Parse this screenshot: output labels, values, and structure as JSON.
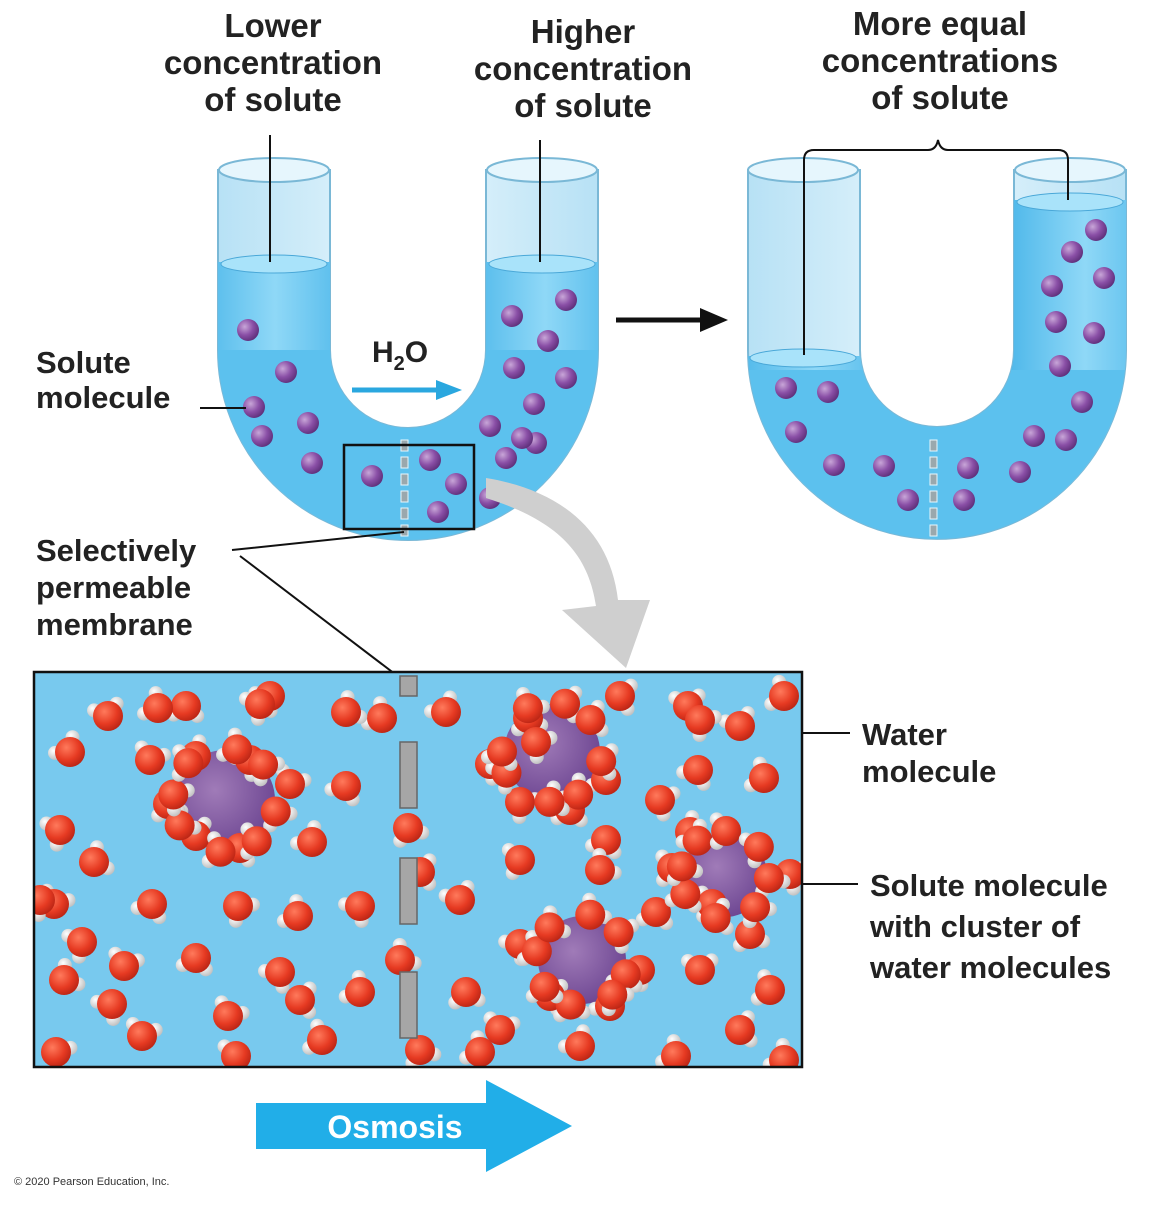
{
  "labels": {
    "lower": [
      "Lower",
      "concentration",
      "of solute"
    ],
    "higher": [
      "Higher",
      "concentration",
      "of solute"
    ],
    "equal": [
      "More equal",
      "concentrations",
      "of solute"
    ],
    "solute": [
      "Solute",
      "molecule"
    ],
    "membrane": [
      "Selectively",
      "permeable",
      "membrane"
    ],
    "water": [
      "Water",
      "molecule"
    ],
    "cluster": [
      "Solute molecule",
      "with cluster of",
      "water molecules"
    ],
    "h2o_main": "H",
    "h2o_sub": "2",
    "h2o_end": "O",
    "osmosis": "Osmosis",
    "copyright": "© 2020 Pearson Education, Inc."
  },
  "colors": {
    "water_fill": "#6ccaf0",
    "tube_glass": "#cdebf8",
    "solute": "#8a4fa6",
    "water_oxygen": "#e23a22",
    "water_hydrogen": "#eeeeee",
    "osmosis_arrow": "#21aee8",
    "membrane": "#a6a6a6",
    "panel_bg": "#78c9ee"
  }
}
